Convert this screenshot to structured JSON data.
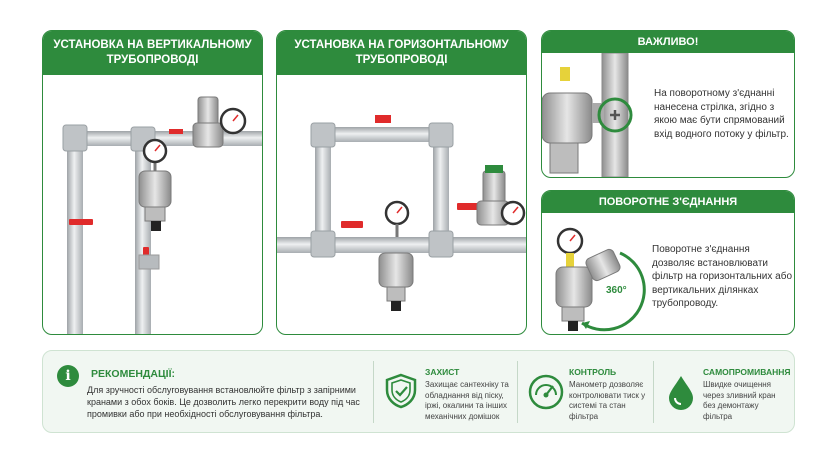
{
  "vertical": {
    "title": "УСТАНОВКА НА ВЕРТИКАЛЬНОМУ ТРУБОПРОВОДІ"
  },
  "horizontal": {
    "title": "УСТАНОВКА НА ГОРИЗОНТАЛЬНОМУ ТРУБОПРОВОДІ"
  },
  "important": {
    "title": "ВАЖЛИВО!",
    "text": "На поворотному з'єднанні нанесена стрілка, згідно з якою має бути спрямований вхід водного потоку у фільтр."
  },
  "rotary": {
    "title": "ПОВОРОТНЕ З'ЄДНАННЯ",
    "text": "Поворотне з'єднання дозволяє встановлювати фільтр на горизонтальних або вертикальних ділянках трубопроводу.",
    "degree_label": "360°"
  },
  "recommendations": {
    "icon_letter": "i",
    "title": "РЕКОМЕНДАЦІЇ:",
    "text": "Для зручності обслуговування встановлюйте фільтр з запірними кранами з обох боків. Це дозволить легко перекрити воду під час промивки або при необхідності обслуговування фільтра."
  },
  "features": [
    {
      "icon": "shield-icon",
      "title": "ЗАХИСТ",
      "text": "Захищає сантехніку та обладнання від піску, іржі, окалини та інших механічних домішок"
    },
    {
      "icon": "gauge-icon",
      "title": "КОНТРОЛЬ",
      "text": "Манометр дозволяє контролювати тиск у системі та стан фільтра"
    },
    {
      "icon": "water-drop-icon",
      "title": "САМОПРОМИВАННЯ",
      "text": "Швидке очищення через зливний кран без демонтажу фільтра"
    }
  ],
  "colors": {
    "accent": "#2e8b3d",
    "valve_red": "#e02b2b",
    "pipe": "#c9ccce"
  }
}
